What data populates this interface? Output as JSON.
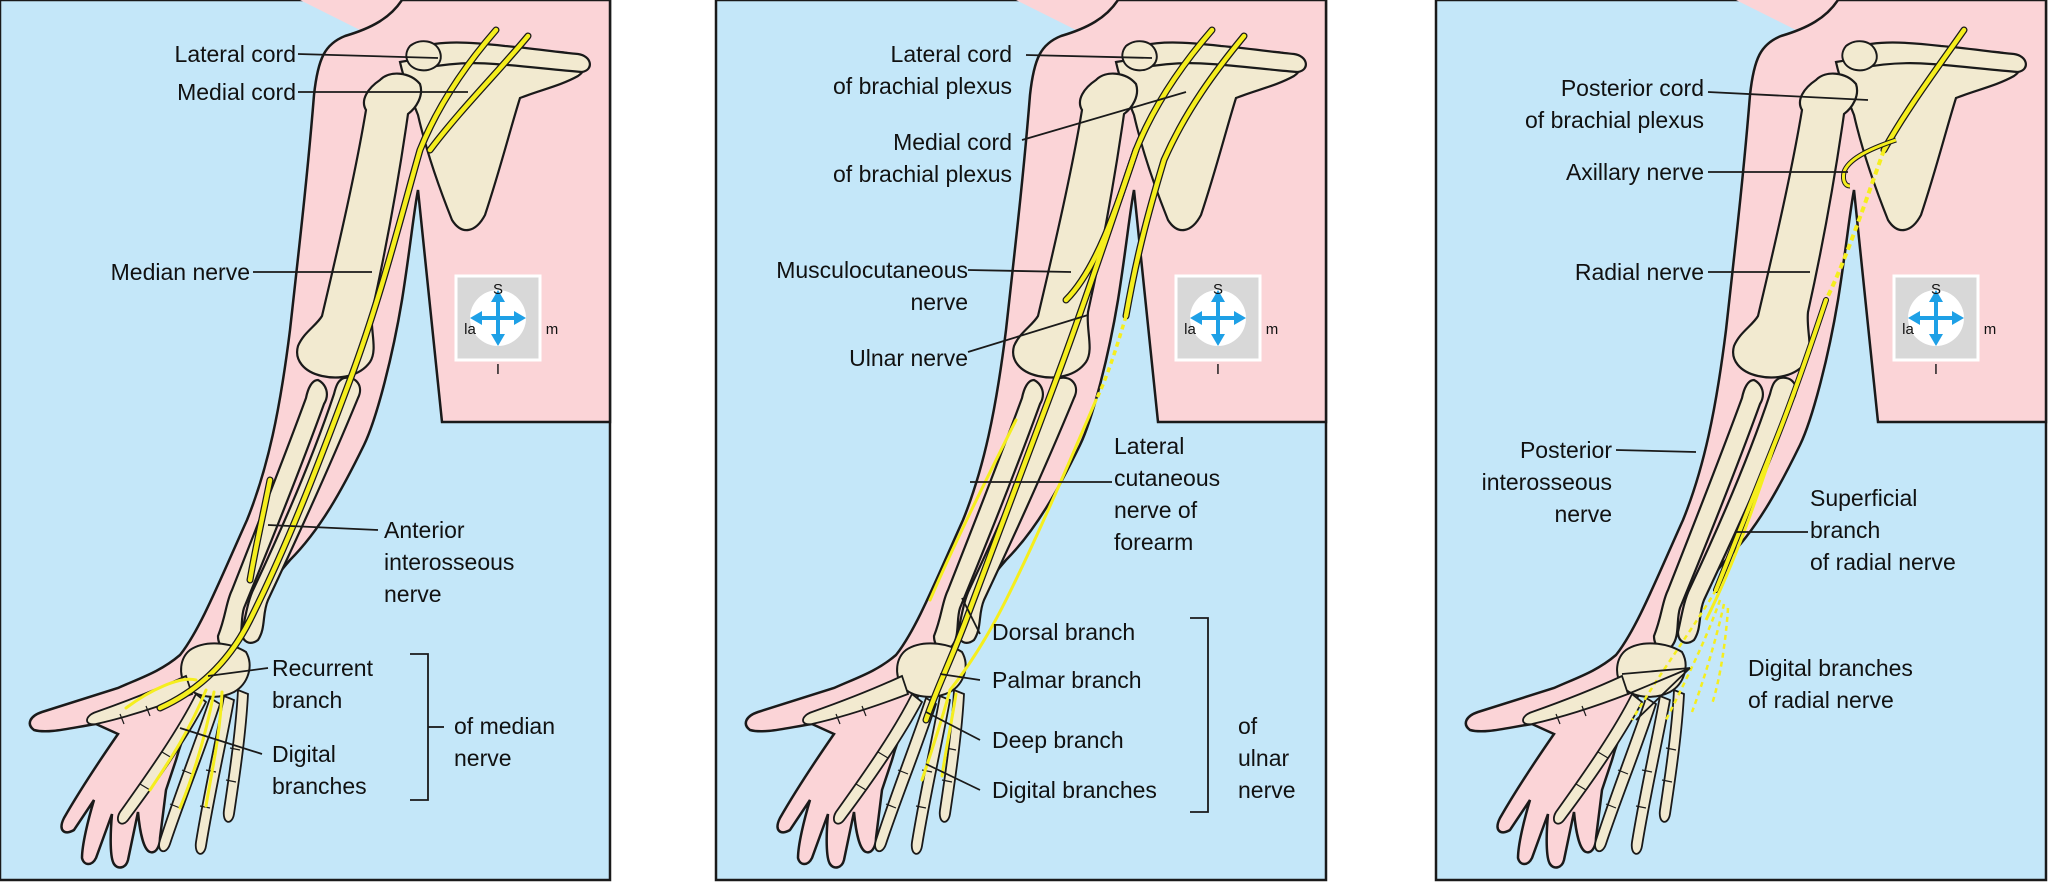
{
  "colors": {
    "background": "#c4e7f9",
    "skin": "#fbd4d7",
    "bone": "#f2ead0",
    "nerve": "#f5ee1e",
    "outline": "#1a1a1a",
    "arrow": "#1ea0e6",
    "compass_box": "#d8d8d8"
  },
  "orientation_key": {
    "superior": "S",
    "inferior": "I",
    "lateral": "la",
    "medial": "m"
  },
  "panels": [
    {
      "labels": {
        "lateral_cord": "Lateral cord",
        "medial_cord": "Medial cord",
        "median_nerve": "Median nerve",
        "anterior_interosseous_1": "Anterior",
        "anterior_interosseous_2": "interosseous",
        "anterior_interosseous_3": "nerve",
        "recurrent_branch_1": "Recurrent",
        "recurrent_branch_2": "branch",
        "digital_branches_1": "Digital",
        "digital_branches_2": "branches",
        "group_1": "of median",
        "group_2": "nerve"
      }
    },
    {
      "labels": {
        "lateral_cord_1": "Lateral cord",
        "lateral_cord_2": "of brachial plexus",
        "medial_cord_1": "Medial cord",
        "medial_cord_2": "of brachial plexus",
        "musculocutaneous_1": "Musculocutaneous",
        "musculocutaneous_2": "nerve",
        "ulnar_nerve": "Ulnar nerve",
        "lateral_cutaneous_1": "Lateral",
        "lateral_cutaneous_2": "cutaneous",
        "lateral_cutaneous_3": "nerve of",
        "lateral_cutaneous_4": "forearm",
        "dorsal_branch": "Dorsal branch",
        "palmar_branch": "Palmar branch",
        "deep_branch": "Deep branch",
        "digital_branches": "Digital branches",
        "group_1": "of",
        "group_2": "ulnar",
        "group_3": "nerve"
      }
    },
    {
      "labels": {
        "posterior_cord_1": "Posterior cord",
        "posterior_cord_2": "of brachial plexus",
        "axillary_nerve": "Axillary nerve",
        "radial_nerve": "Radial nerve",
        "posterior_interosseous_1": "Posterior",
        "posterior_interosseous_2": "interosseous",
        "posterior_interosseous_3": "nerve",
        "superficial_branch_1": "Superficial",
        "superficial_branch_2": "branch",
        "superficial_branch_3": "of radial nerve",
        "digital_branches_1": "Digital branches",
        "digital_branches_2": "of radial nerve"
      }
    }
  ]
}
